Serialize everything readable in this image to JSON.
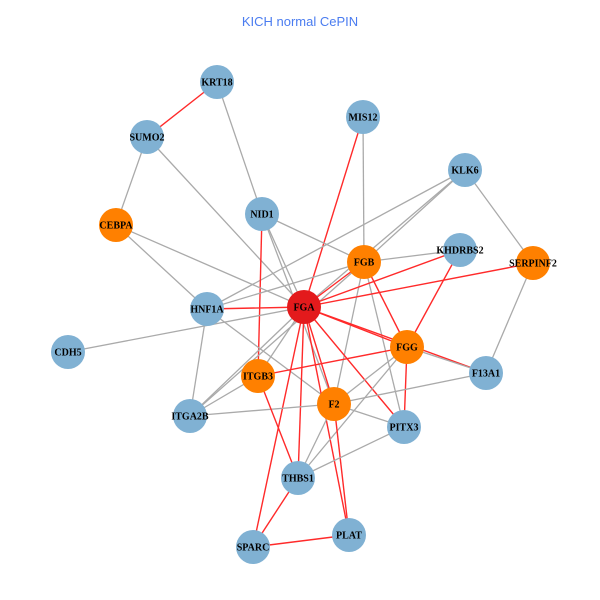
{
  "title": "KICH normal CePIN",
  "colors": {
    "hub": "#e31a1c",
    "orange": "#ff8000",
    "blue": "#80b1d3",
    "edge_gray": "#aaaaaa",
    "edge_red": "#ff2a2a"
  },
  "nodes": [
    {
      "id": "KRT18",
      "type": "blue"
    },
    {
      "id": "MIS12",
      "type": "blue"
    },
    {
      "id": "SUMO2",
      "type": "blue"
    },
    {
      "id": "KLK6",
      "type": "blue"
    },
    {
      "id": "NID1",
      "type": "blue"
    },
    {
      "id": "CEBPA",
      "type": "orange"
    },
    {
      "id": "FGB",
      "type": "orange"
    },
    {
      "id": "KHDRBS2",
      "type": "blue"
    },
    {
      "id": "SERPINF2",
      "type": "orange"
    },
    {
      "id": "HNF1A",
      "type": "blue"
    },
    {
      "id": "FGA",
      "type": "hub"
    },
    {
      "id": "CDH5",
      "type": "blue"
    },
    {
      "id": "FGG",
      "type": "orange"
    },
    {
      "id": "F13A1",
      "type": "blue"
    },
    {
      "id": "ITGB3",
      "type": "orange"
    },
    {
      "id": "F2",
      "type": "orange"
    },
    {
      "id": "ITGA2B",
      "type": "blue"
    },
    {
      "id": "PITX3",
      "type": "blue"
    },
    {
      "id": "THBS1",
      "type": "blue"
    },
    {
      "id": "SPARC",
      "type": "blue"
    },
    {
      "id": "PLAT",
      "type": "blue"
    }
  ],
  "edges": [
    [
      "KRT18",
      "SUMO2",
      "red"
    ],
    [
      "KRT18",
      "NID1",
      "gray"
    ],
    [
      "SUMO2",
      "CEBPA",
      "gray"
    ],
    [
      "SUMO2",
      "FGA",
      "gray"
    ],
    [
      "MIS12",
      "FGA",
      "red"
    ],
    [
      "MIS12",
      "FGB",
      "gray"
    ],
    [
      "KLK6",
      "FGB",
      "gray"
    ],
    [
      "KLK6",
      "FGA",
      "gray"
    ],
    [
      "KLK6",
      "HNF1A",
      "gray"
    ],
    [
      "KLK6",
      "SERPINF2",
      "gray"
    ],
    [
      "NID1",
      "FGB",
      "gray"
    ],
    [
      "NID1",
      "ITGB3",
      "red"
    ],
    [
      "NID1",
      "FGA",
      "gray"
    ],
    [
      "NID1",
      "F2",
      "gray"
    ],
    [
      "CEBPA",
      "HNF1A",
      "gray"
    ],
    [
      "CEBPA",
      "FGA",
      "gray"
    ],
    [
      "FGB",
      "KHDRBS2",
      "gray"
    ],
    [
      "FGB",
      "FGA",
      "red"
    ],
    [
      "FGB",
      "FGG",
      "red"
    ],
    [
      "FGB",
      "HNF1A",
      "gray"
    ],
    [
      "FGB",
      "PITX3",
      "gray"
    ],
    [
      "FGB",
      "F2",
      "gray"
    ],
    [
      "FGB",
      "ITGA2B",
      "gray"
    ],
    [
      "KHDRBS2",
      "FGA",
      "red"
    ],
    [
      "KHDRBS2",
      "FGG",
      "red"
    ],
    [
      "SERPINF2",
      "FGA",
      "red"
    ],
    [
      "SERPINF2",
      "F13A1",
      "gray"
    ],
    [
      "HNF1A",
      "FGA",
      "red"
    ],
    [
      "HNF1A",
      "ITGA2B",
      "gray"
    ],
    [
      "HNF1A",
      "F2",
      "gray"
    ],
    [
      "FGA",
      "FGG",
      "red"
    ],
    [
      "FGA",
      "F13A1",
      "red"
    ],
    [
      "FGA",
      "PITX3",
      "red"
    ],
    [
      "FGA",
      "F2",
      "red"
    ],
    [
      "FGA",
      "THBS1",
      "red"
    ],
    [
      "FGA",
      "SPARC",
      "red"
    ],
    [
      "FGA",
      "PLAT",
      "red"
    ],
    [
      "FGA",
      "ITGB3",
      "gray"
    ],
    [
      "FGA",
      "ITGA2B",
      "gray"
    ],
    [
      "CDH5",
      "FGA",
      "gray"
    ],
    [
      "FGG",
      "ITGB3",
      "red"
    ],
    [
      "FGG",
      "F13A1",
      "gray"
    ],
    [
      "FGG",
      "PITX3",
      "red"
    ],
    [
      "FGG",
      "F2",
      "gray"
    ],
    [
      "FGG",
      "THBS1",
      "gray"
    ],
    [
      "F13A1",
      "F2",
      "gray"
    ],
    [
      "ITGA2B",
      "F2",
      "gray"
    ],
    [
      "F2",
      "PITX3",
      "gray"
    ],
    [
      "F2",
      "THBS1",
      "gray"
    ],
    [
      "F2",
      "PLAT",
      "red"
    ],
    [
      "PITX3",
      "THBS1",
      "gray"
    ],
    [
      "ITGB3",
      "THBS1",
      "red"
    ],
    [
      "ITGB3",
      "ITGA2B",
      "gray"
    ],
    [
      "THBS1",
      "SPARC",
      "red"
    ],
    [
      "SPARC",
      "PLAT",
      "red"
    ]
  ]
}
